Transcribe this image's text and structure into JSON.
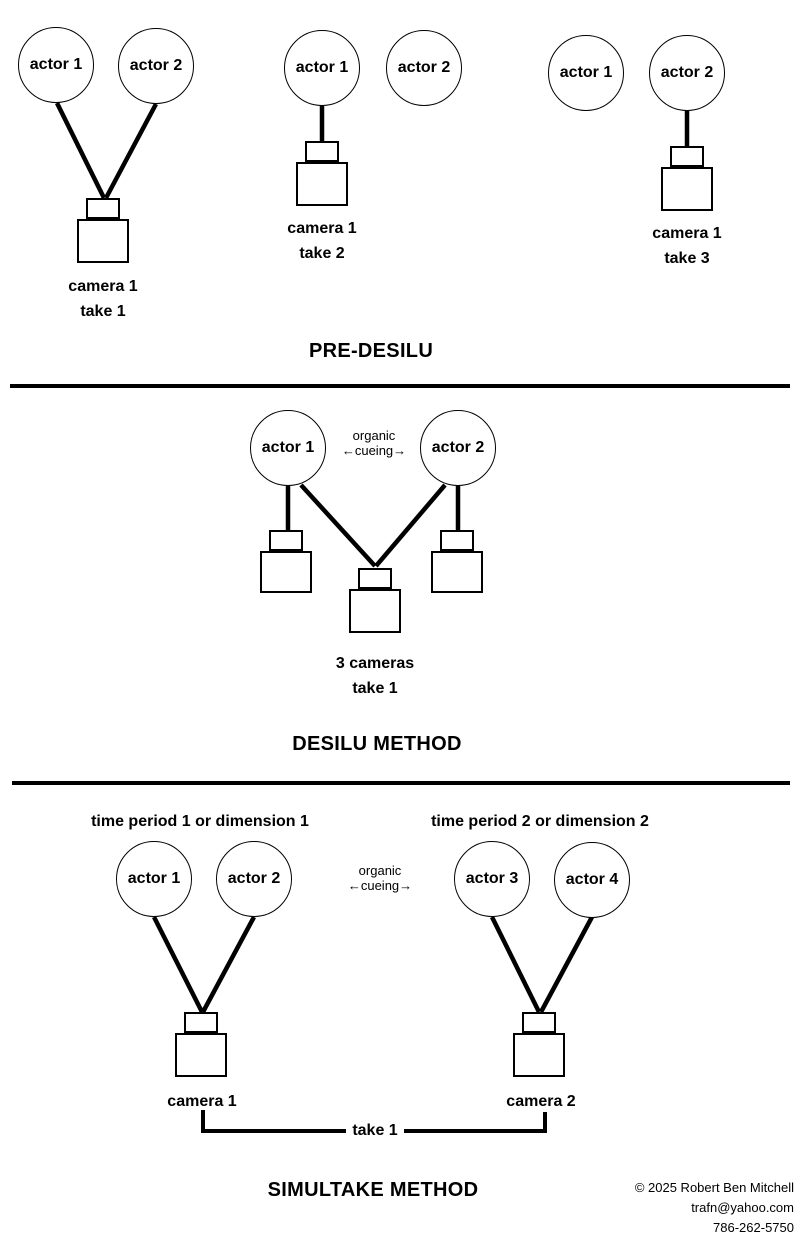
{
  "colors": {
    "ink": "#000000",
    "background": "#ffffff"
  },
  "pre_desilu": {
    "title": "PRE-DESILU",
    "groups": [
      {
        "actor1": "actor 1",
        "actor2": "actor 2",
        "camera": "camera 1",
        "take": "take 1"
      },
      {
        "actor1": "actor 1",
        "actor2": "actor 2",
        "camera": "camera 1",
        "take": "take 2"
      },
      {
        "actor1": "actor 1",
        "actor2": "actor 2",
        "camera": "camera 1",
        "take": "take 3"
      }
    ]
  },
  "desilu": {
    "title": "DESILU METHOD",
    "actor1": "actor 1",
    "actor2": "actor 2",
    "cueing": {
      "line1": "organic",
      "line2": "←cueing→"
    },
    "cameras_label": "3 cameras",
    "take_label": "take 1"
  },
  "simultake": {
    "title": "SIMULTAKE METHOD",
    "left_heading": "time period 1 or dimension 1",
    "right_heading": "time period 2 or dimension 2",
    "actor1": "actor 1",
    "actor2": "actor 2",
    "actor3": "actor 3",
    "actor4": "actor 4",
    "cueing": {
      "line1": "organic",
      "line2": "←cueing→"
    },
    "camera1_label": "camera 1",
    "camera2_label": "camera 2",
    "take_label": "take 1"
  },
  "footer": {
    "copyright": "© 2025 Robert Ben Mitchell",
    "email": "trafn@yahoo.com",
    "phone": "786-262-5750"
  }
}
